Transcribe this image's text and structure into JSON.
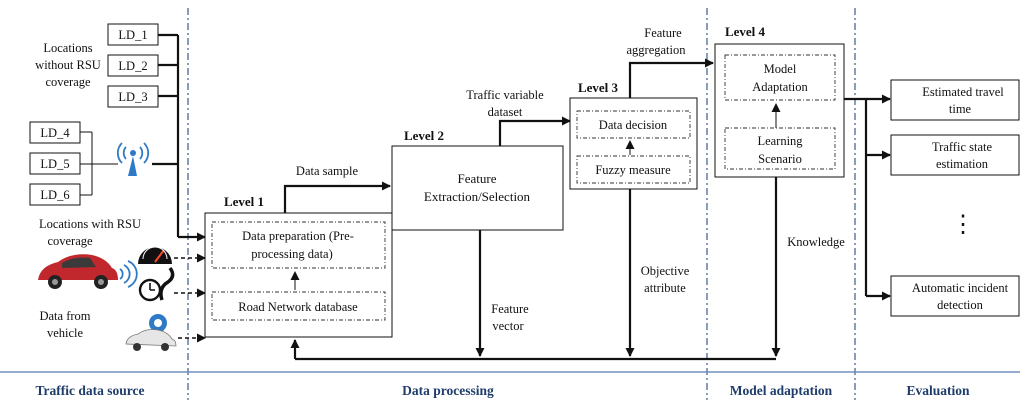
{
  "colors": {
    "band_text": "#1f3d6b",
    "separator": "#3b5b8f",
    "ink": "#111111",
    "car_red": "#c0282d",
    "accent_blue": "#2f79c9"
  },
  "sources": {
    "no_rsu_label": [
      "Locations",
      "without RSU",
      "coverage"
    ],
    "rsu_label": [
      "Locations with RSU",
      "coverage"
    ],
    "vehicle_label": [
      "Data from",
      "vehicle"
    ],
    "detectors": [
      "LD_1",
      "LD_2",
      "LD_3",
      "LD_4",
      "LD_5",
      "LD_6"
    ],
    "icons": [
      "rsu-antenna-icon",
      "red-car-icon",
      "speedometer-icon",
      "stopwatch-icon",
      "location-pin-icon",
      "white-car-icon"
    ]
  },
  "level1": {
    "title": "Level 1",
    "prep": [
      "Data preparation (Pre-",
      "processing data)"
    ],
    "road": "Road Network database"
  },
  "level2": {
    "title": "Level 2",
    "box": [
      "Feature",
      "Extraction/Selection"
    ]
  },
  "level3": {
    "title": "Level 3",
    "decision": "Data decision",
    "fuzzy": "Fuzzy measure"
  },
  "level4": {
    "title": "Level 4",
    "model": [
      "Model",
      "Adaptation"
    ],
    "learning": [
      "Learning",
      "Scenario"
    ]
  },
  "flows": {
    "data_sample": "Data sample",
    "traffic_variable": [
      "Traffic variable",
      "dataset"
    ],
    "feature_aggregation": [
      "Feature",
      "aggregation"
    ],
    "feature_vector": [
      "Feature",
      "vector"
    ],
    "objective_attribute": [
      "Objective",
      "attribute"
    ],
    "knowledge": "Knowledge"
  },
  "evaluation": {
    "travel_time": [
      "Estimated travel",
      "time"
    ],
    "state": [
      "Traffic state",
      "estimation"
    ],
    "ellipsis": "⋮",
    "incident": [
      "Automatic incident",
      "detection"
    ]
  },
  "bands": [
    "Traffic data source",
    "Data processing",
    "Model adaptation",
    "Evaluation"
  ]
}
